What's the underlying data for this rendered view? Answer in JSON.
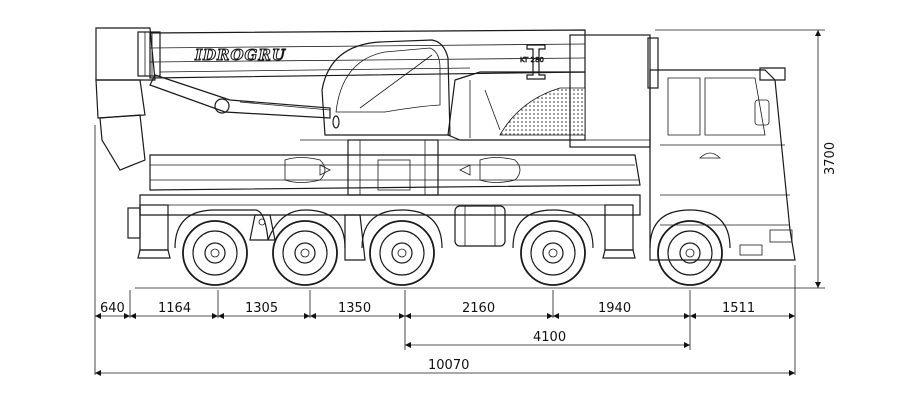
{
  "brand": "IDROGRU",
  "model": "KT 280",
  "dimensions": {
    "d640": "640",
    "d1164": "1164",
    "d1305": "1305",
    "d1350": "1350",
    "d2160": "2160",
    "d1940": "1940",
    "d1511": "1511",
    "d4100": "4100",
    "d10070": "10070",
    "h3700": "3700"
  },
  "colors": {
    "line": "#1a1a1a",
    "background": "#ffffff"
  }
}
